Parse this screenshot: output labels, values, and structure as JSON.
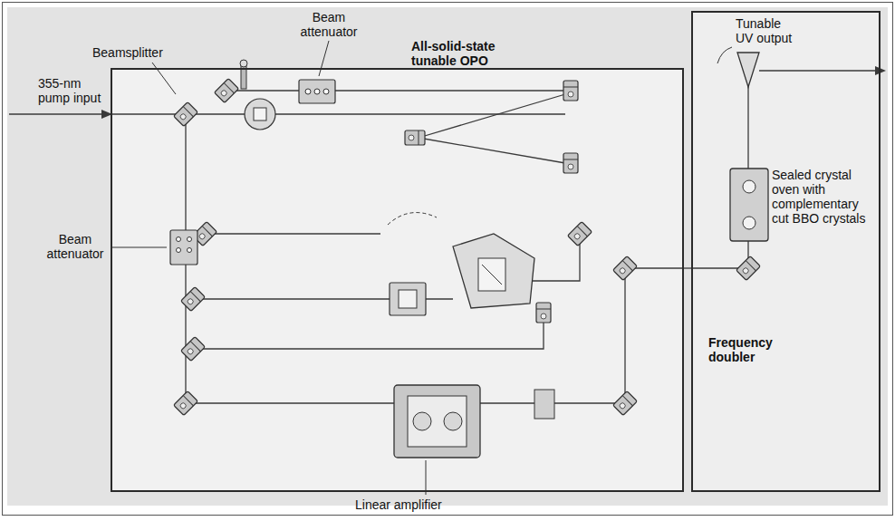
{
  "diagram": {
    "nodes": [
      {
        "text": [
          "All-solid-state tunable OPO"
        ]
      },
      {
        "text": [
          "Frequency doubler"
        ]
      }
    ],
    "edges": [
      {
        "from": 0,
        "to": 1,
        "arrow": "none"
      }
    ],
    "labels": [
      "Tunable UV output",
      "Beam attenuator",
      "Beamsplitter",
      "355-nm pump input",
      "Sealed crystal oven with complementary cut BBO crystals",
      "Beam attenuator",
      "Linear amplifier"
    ]
  }
}
